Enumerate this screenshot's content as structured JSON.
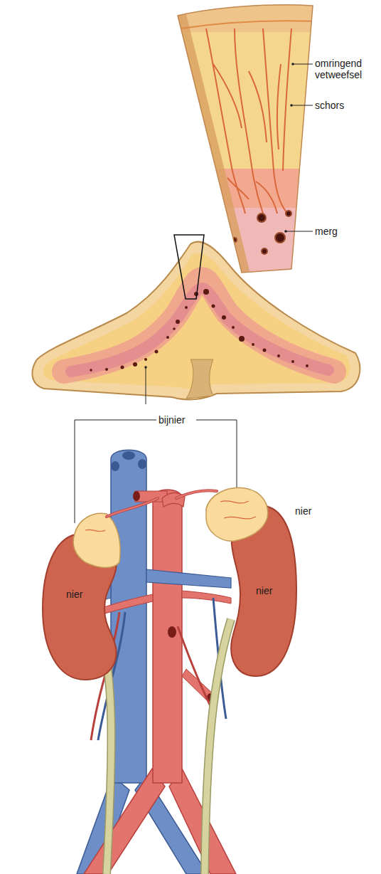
{
  "diagram": {
    "nodes": [
      {
        "text": [
          "nier"
        ]
      },
      {
        "text": [
          "nier"
        ]
      }
    ],
    "labels": [
      "omringend vetweefsel",
      "schors",
      "merg",
      "bijnier",
      "nier"
    ]
  }
}
